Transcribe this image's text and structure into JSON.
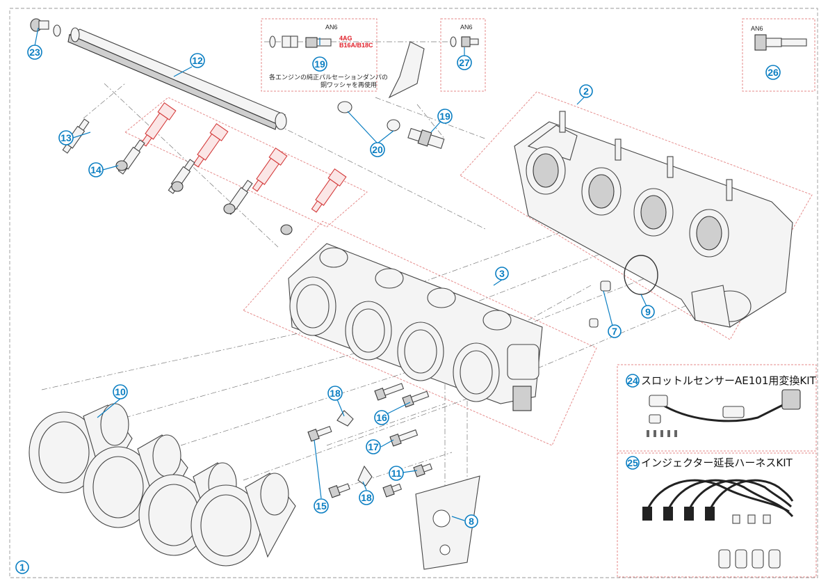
{
  "diagram": {
    "callouts": [
      {
        "id": "c1",
        "label": "1"
      },
      {
        "id": "c2",
        "label": "2"
      },
      {
        "id": "c3",
        "label": "3"
      },
      {
        "id": "c7",
        "label": "7"
      },
      {
        "id": "c8",
        "label": "8"
      },
      {
        "id": "c9",
        "label": "9"
      },
      {
        "id": "c10",
        "label": "10"
      },
      {
        "id": "c11",
        "label": "11"
      },
      {
        "id": "c12",
        "label": "12"
      },
      {
        "id": "c13",
        "label": "13"
      },
      {
        "id": "c14",
        "label": "14"
      },
      {
        "id": "c15",
        "label": "15"
      },
      {
        "id": "c16",
        "label": "16"
      },
      {
        "id": "c17",
        "label": "17"
      },
      {
        "id": "c18a",
        "label": "18"
      },
      {
        "id": "c18b",
        "label": "18"
      },
      {
        "id": "c19a",
        "label": "19"
      },
      {
        "id": "c19b",
        "label": "19"
      },
      {
        "id": "c20",
        "label": "20"
      },
      {
        "id": "c23",
        "label": "23"
      },
      {
        "id": "c24",
        "label": "24"
      },
      {
        "id": "c25",
        "label": "25"
      },
      {
        "id": "c26",
        "label": "26"
      },
      {
        "id": "c27",
        "label": "27"
      }
    ],
    "texts": {
      "an6_a": "AN6",
      "an6_b": "AN6",
      "an6_c": "AN6",
      "engine_a": "4AG",
      "engine_b": "B16A/B18C",
      "washer_note_1": "各エンジンの純正パルセーションダンパの",
      "washer_note_2": "銅ワッシャを再使用",
      "kit24_title": "スロットルセンサーAE101用変換KIT",
      "kit25_title": "インジェクター延長ハーネスKIT"
    },
    "colors": {
      "callout_blue": "#0a7ec2",
      "highlight_red": "#e0202a",
      "box_pink": "#e58a8a"
    }
  }
}
